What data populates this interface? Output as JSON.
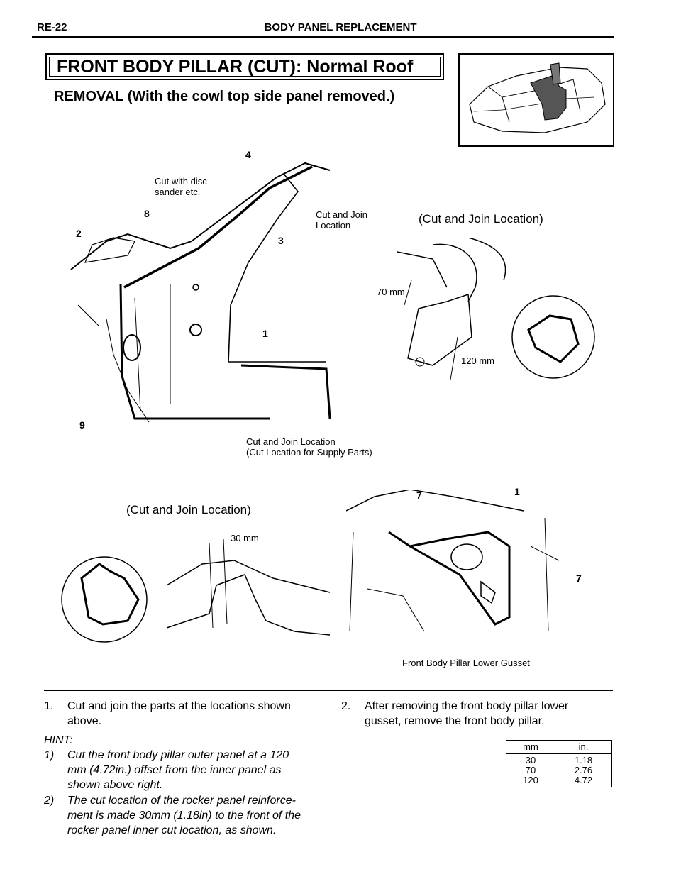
{
  "header": {
    "page_code": "RE-22",
    "section_title": "BODY PANEL REPLACEMENT"
  },
  "title": "FRONT BODY PILLAR (CUT): Normal Roof",
  "subtitle": "REMOVAL (With the cowl top side panel removed.)",
  "diagram_top": {
    "labels": {
      "cut_disc": "Cut with disc\nsander etc.",
      "cut_join": "Cut and Join\nLocation",
      "cut_join_bottom": "Cut and Join Location\n(Cut Location for Supply Parts)",
      "cut_join_right": "(Cut and Join Location)",
      "dim_70": "70 mm",
      "dim_120": "120 mm"
    },
    "callouts": [
      "4",
      "8",
      "2",
      "3",
      "1",
      "9"
    ]
  },
  "diagram_bottom": {
    "labels": {
      "cut_join_left": "(Cut and Join Location)",
      "dim_30": "30 mm",
      "gusset": "Front Body Pillar Lower Gusset"
    },
    "callouts": [
      "7",
      "1",
      "7"
    ]
  },
  "steps": {
    "step1_num": "1.",
    "step1_line1": "Cut and join the parts at the locations shown",
    "step1_line2": "above.",
    "hint": "HINT:",
    "hint1_num": "1)",
    "hint1_line1": "Cut the front body pillar outer panel at a 120",
    "hint1_line2": "mm (4.72in.) offset from the inner panel as",
    "hint1_line3": "shown above right.",
    "hint2_num": "2)",
    "hint2_line1": "The cut location of the rocker panel reinforce-",
    "hint2_line2": "ment is made 30mm (1.18in) to the front of the",
    "hint2_line3": "rocker panel inner cut location, as shown.",
    "step2_num": "2.",
    "step2_line1": "After removing the front body pillar lower",
    "step2_line2": "gusset, remove the front body pillar."
  },
  "conversion_table": {
    "headers": [
      "mm",
      "in."
    ],
    "mm_values": "30\n70\n120",
    "in_values": "1.18\n2.76\n4.72"
  }
}
